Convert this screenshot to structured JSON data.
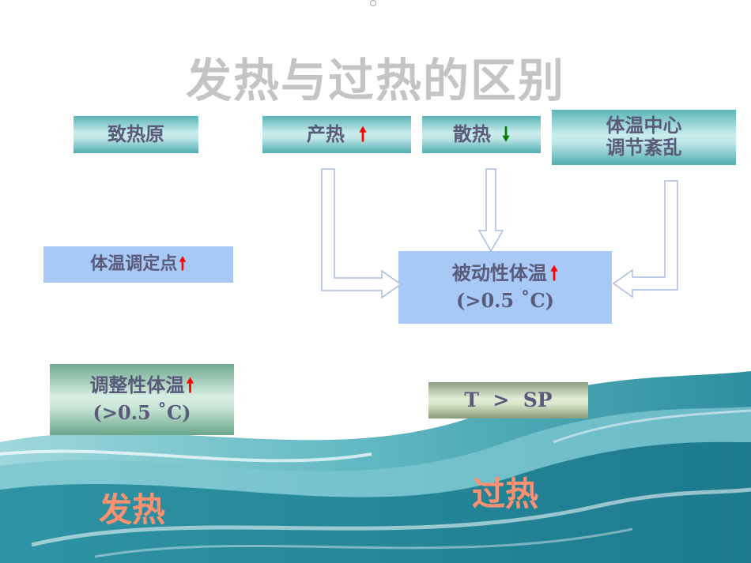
{
  "title": "发热与过热的区别",
  "boxes": {
    "cause": "致热原",
    "heat_production": "产热",
    "heat_dissipation": "散热",
    "center_disorder_line1": "体温中心",
    "center_disorder_line2": "调节紊乱",
    "setpoint": "体温调定点",
    "passive": "被动性体温",
    "passive_sub": "(>0.5 ˚C)",
    "regulated": "调整性体温",
    "regulated_sub": "(>0.5 ˚C)",
    "comparison": "T  >  SP"
  },
  "symbols": {
    "up": "🠕",
    "down": "🠗"
  },
  "labels": {
    "fever": "发热",
    "hyperthermia": "过热"
  },
  "colors": {
    "up_arrow": "#ff0000",
    "down_arrow": "#0a7a0a",
    "title": "#c4c4c4",
    "bottom_labels": "#ff9070"
  }
}
